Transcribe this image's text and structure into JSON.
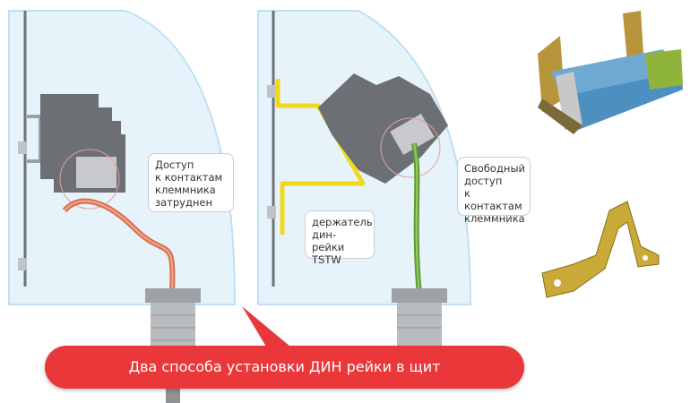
{
  "callouts": {
    "left": {
      "lines": [
        "Доступ",
        "к контактам",
        "клеммника",
        "затруднен"
      ]
    },
    "holder": {
      "lines": [
        "держатель",
        "дин-рейки",
        "TSTW"
      ]
    },
    "right": {
      "lines": [
        "Свободный",
        "доступ",
        "к контактам",
        "клеммника"
      ]
    }
  },
  "banner": {
    "text": "Два способа установки ДИН рейки в щит"
  },
  "colors": {
    "banner": "#e9373a",
    "panel": "#e6f3fb",
    "holder": "#f2d81c",
    "wire_left": "#e07a5a",
    "wire_right": "#6aa23a"
  }
}
